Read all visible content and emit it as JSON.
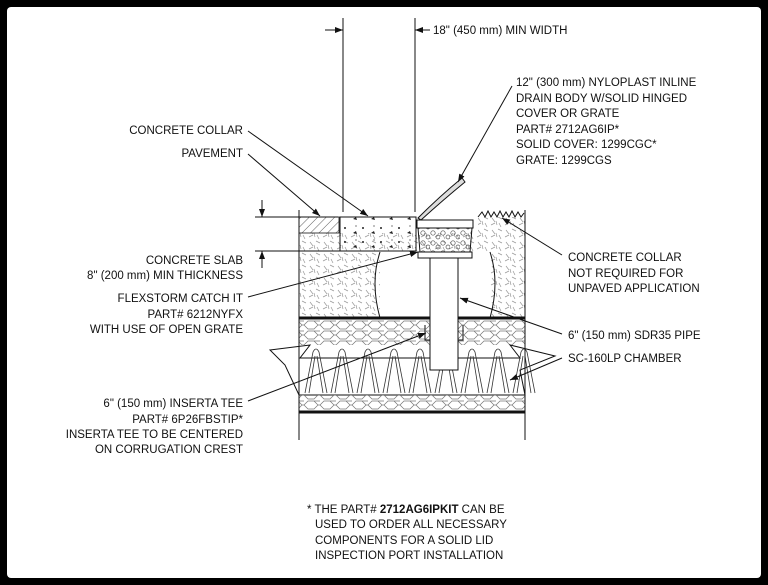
{
  "dimension": {
    "min_width": "18\" (450 mm) MIN WIDTH"
  },
  "callouts": {
    "drain_body": [
      "12\" (300 mm) NYLOPLAST INLINE",
      "DRAIN BODY W/SOLID HINGED",
      "COVER OR GRATE",
      "PART# 2712AG6IP*",
      "SOLID COVER: 1299CGC*",
      "GRATE: 1299CGS"
    ],
    "concrete_collar": "CONCRETE COLLAR",
    "pavement": "PAVEMENT",
    "concrete_slab": [
      "CONCRETE SLAB",
      "8\" (200 mm) MIN THICKNESS"
    ],
    "flexstorm": [
      "FLEXSTORM CATCH IT",
      "PART# 6212NYFX",
      "WITH USE OF OPEN GRATE"
    ],
    "inserta_tee": [
      "6\" (150 mm) INSERTA TEE",
      "PART# 6P26FBSTIP*",
      "INSERTA TEE TO BE CENTERED",
      "ON CORRUGATION CREST"
    ],
    "collar_not_required": [
      "CONCRETE COLLAR",
      "NOT REQUIRED FOR",
      "UNPAVED APPLICATION"
    ],
    "pipe": "6\" (150 mm) SDR35 PIPE",
    "chamber": "SC-160LP CHAMBER"
  },
  "footnote": {
    "prefix": "* THE PART# ",
    "part": "2712AG6IPKIT",
    "suffix": " CAN BE",
    "lines": [
      "USED TO ORDER ALL NECESSARY",
      "COMPONENTS FOR A SOLID LID",
      "INSPECTION PORT INSTALLATION"
    ]
  }
}
